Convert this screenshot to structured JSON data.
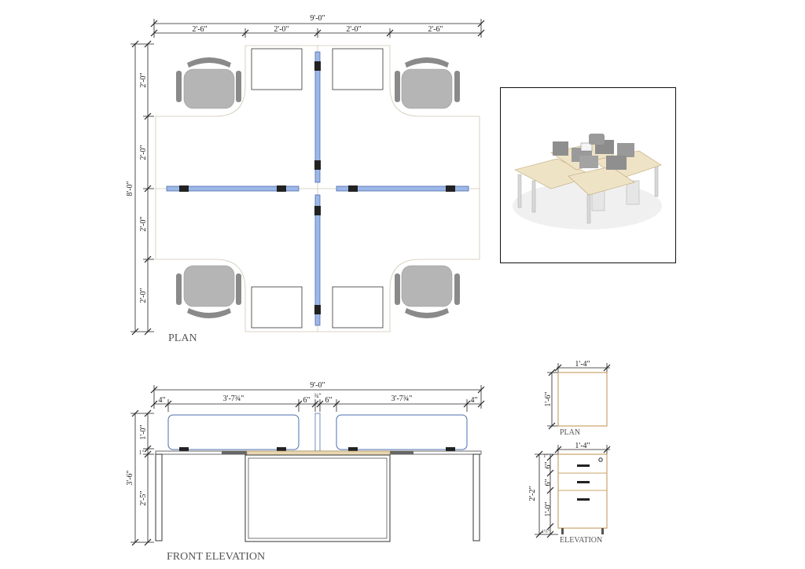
{
  "plan": {
    "label": "PLAN",
    "total_width": "9'-0\"",
    "width_segments": [
      "2'-6\"",
      "2'-0\"",
      "2'-0\"",
      "2'-6\""
    ],
    "total_depth": "8'-0\"",
    "depth_segments": [
      "2'-0\"",
      "2'-0\"",
      "2'-0\"",
      "2'-0\""
    ]
  },
  "front_elevation": {
    "label": "FRONT ELEVATION",
    "total_width": "9'-0\"",
    "left_offset": "4\"",
    "left_panel": "3'-7¾\"",
    "mid_left": "6\"",
    "mid_center": "¾\"",
    "mid_right": "6\"",
    "right_panel": "3'-7¾\"",
    "right_offset": "4\"",
    "panel_height": "1'-0\"",
    "total_height": "3'-6\"",
    "desk_height": "2'-5\"",
    "top_thickness": "1\""
  },
  "pedestal_plan": {
    "label": "PLAN",
    "width": "1'-4\"",
    "depth": "1'-6\""
  },
  "pedestal_elevation": {
    "label": "ELEVATION",
    "width": "1'-4\"",
    "total_height": "2'-2\"",
    "drawer1": "6\"",
    "drawer2": "6\"",
    "drawer3": "1'-0\"",
    "base": "1½\"",
    "top": "1\""
  },
  "colors": {
    "desk_edge": "#cfc8b2",
    "panel_fill": "#9db7e6",
    "panel_stroke": "#4d6fb0",
    "chair": "#b5b5b5",
    "wood": "#e8d6b0"
  }
}
